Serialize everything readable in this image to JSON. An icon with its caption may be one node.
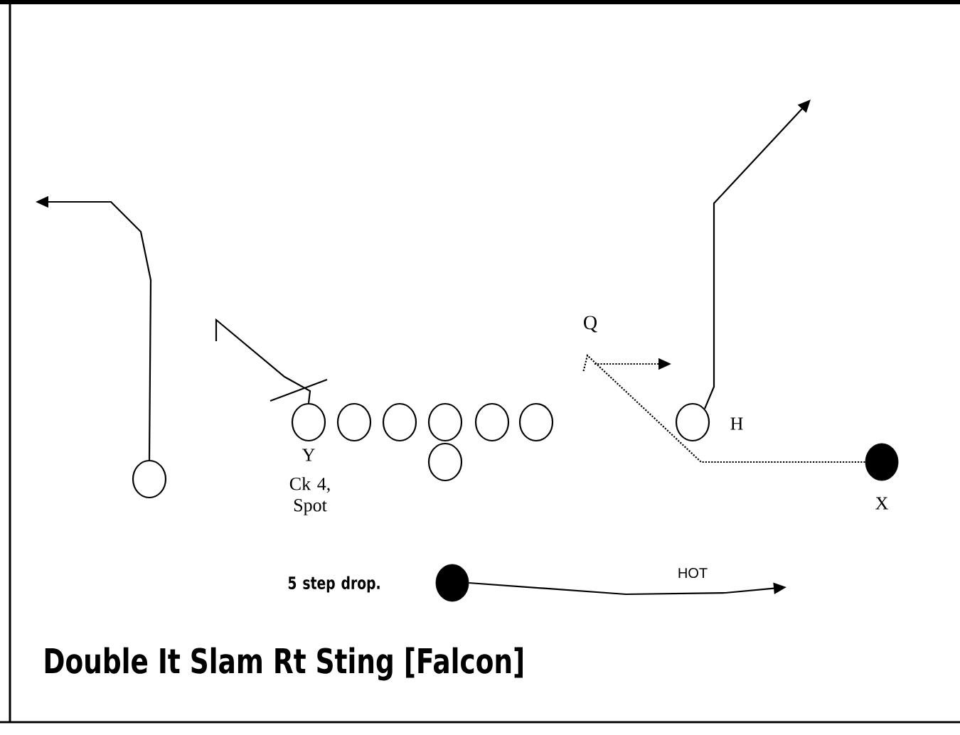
{
  "diagram": {
    "title": "Double It Slam Rt Sting [Falcon]",
    "nodes": [
      {
        "text": [],
        "shape": "circle"
      },
      {
        "text": [],
        "shape": "circle",
        "beside": [
          "Y",
          "Ck 4, Spot"
        ]
      },
      {
        "text": [],
        "shape": "circle"
      },
      {
        "text": [],
        "shape": "circle"
      },
      {
        "text": [],
        "shape": "circle"
      },
      {
        "text": [],
        "shape": "circle"
      },
      {
        "text": [],
        "shape": "circle"
      },
      {
        "text": [],
        "shape": "circle"
      },
      {
        "text": [
          "Q"
        ]
      },
      {
        "text": [],
        "shape": "circle",
        "beside": [
          "H"
        ]
      },
      {
        "text": [],
        "shape": "filled-circle",
        "beside": [
          "X"
        ]
      },
      {
        "text": [],
        "shape": "filled-circle",
        "beside": [
          "5 step drop."
        ]
      }
    ],
    "edges": [
      {
        "from": 0,
        "to": null,
        "arrow": "to"
      },
      {
        "from": 1,
        "to": null,
        "arrow": "none"
      },
      {
        "from": 9,
        "to": null,
        "arrow": "to"
      },
      {
        "from": 10,
        "to": null,
        "arrow": "none",
        "style": "dashed"
      },
      {
        "from": 8,
        "to": null,
        "arrow": "to",
        "style": "dashed"
      },
      {
        "from": 11,
        "to": null,
        "arrow": "to",
        "label": "HOT"
      }
    ]
  }
}
